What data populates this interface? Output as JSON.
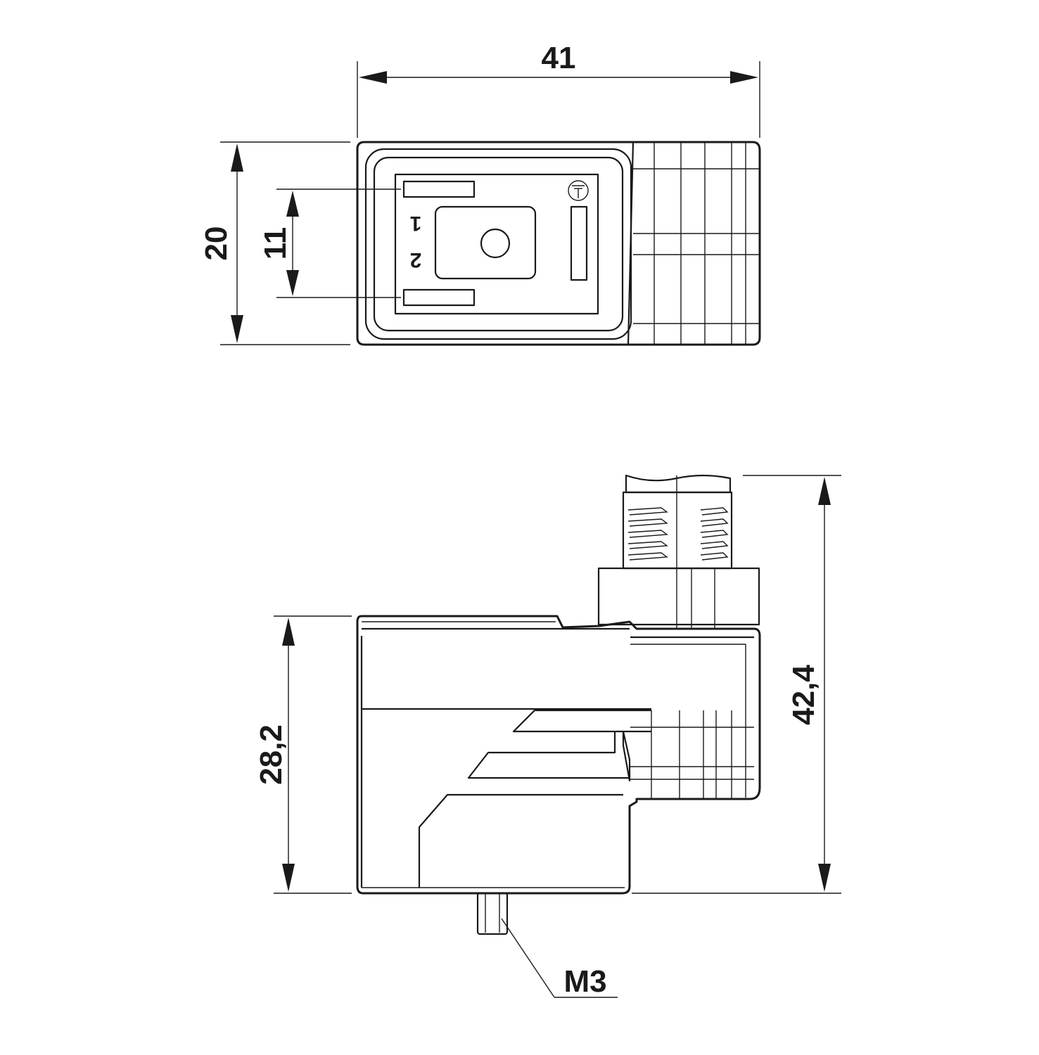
{
  "dimensions": {
    "width_top": "41",
    "height_top": "20",
    "pin_spacing": "11",
    "height_body": "28,2",
    "height_total": "42,4",
    "thread": "M3"
  },
  "pins": {
    "pin1": "1",
    "pin2": "2"
  },
  "icons": {
    "ground_symbol": "ground-icon"
  }
}
